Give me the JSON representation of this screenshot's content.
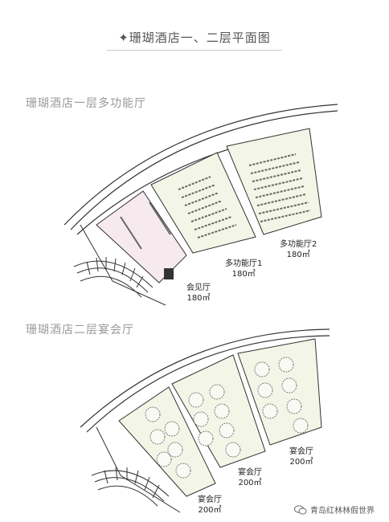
{
  "page": {
    "title": "✦珊瑚酒店一、二层平面图"
  },
  "floor1": {
    "heading": "珊瑚酒店一层多功能厅",
    "rooms": [
      {
        "name": "会见厅",
        "area": "180㎡"
      },
      {
        "name": "多功能厅1",
        "area": "180㎡"
      },
      {
        "name": "多功能厅2",
        "area": "180㎡"
      }
    ]
  },
  "floor2": {
    "heading": "珊瑚酒店二层宴会厅",
    "rooms": [
      {
        "name": "宴会厅",
        "area": "200㎡"
      },
      {
        "name": "宴会厅",
        "area": "200㎡"
      },
      {
        "name": "宴会厅",
        "area": "200㎡"
      }
    ]
  },
  "watermark": {
    "text": "青岛红林林假世界",
    "icon": "wechat-icon"
  },
  "colors": {
    "line": "#333333",
    "room_fill": "#f3f6e6",
    "pink_fill": "#f7eaee",
    "heading": "#9a9a9a"
  }
}
